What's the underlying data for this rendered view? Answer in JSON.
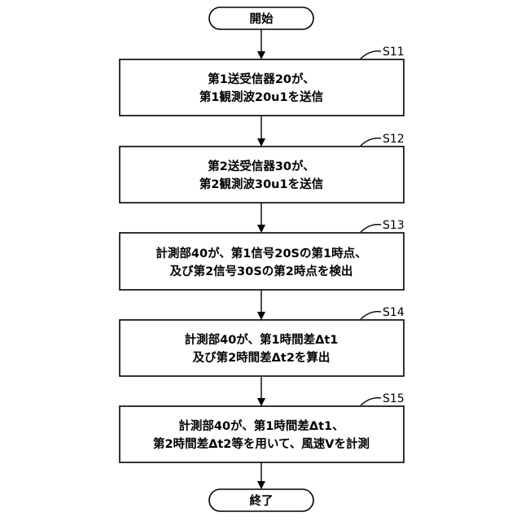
{
  "start": {
    "label": "開始"
  },
  "end": {
    "label": "終了"
  },
  "steps": [
    {
      "id": "S11",
      "lines": [
        "第1送受信器20が、",
        "第1観測波20u1を送信"
      ]
    },
    {
      "id": "S12",
      "lines": [
        "第2送受信器30が、",
        "第2観測波30u1を送信"
      ]
    },
    {
      "id": "S13",
      "lines": [
        "計測部40が、第1信号20Sの第1時点、",
        "及び第2信号30Sの第2時点を検出"
      ]
    },
    {
      "id": "S14",
      "lines": [
        "計測部40が、第1時間差Δt1",
        "及び第2時間差Δt2を算出"
      ]
    },
    {
      "id": "S15",
      "lines": [
        "計測部40が、第1時間差Δt1、",
        "第2時間差Δt2等を用いて、風速Vを計測"
      ]
    }
  ]
}
